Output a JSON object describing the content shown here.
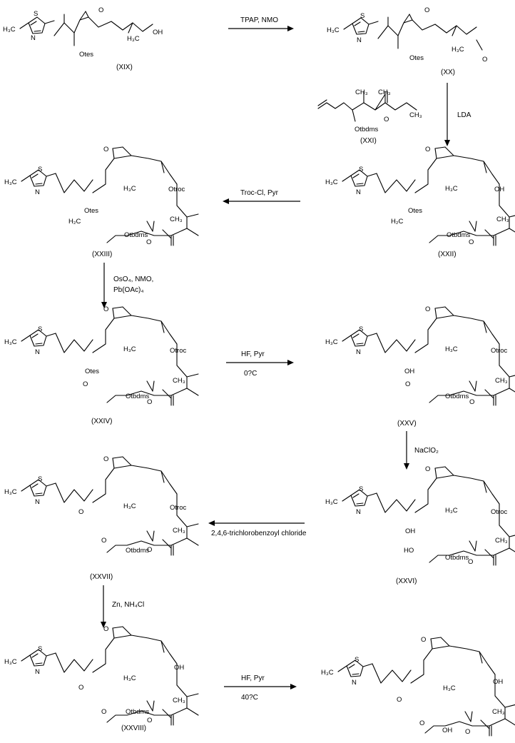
{
  "atoms": {
    "methyl": "H₃C",
    "S": "S",
    "N": "N",
    "O": "O",
    "OH": "OH",
    "HO": "HO",
    "CH3": "CH₃",
    "H2C": "H₂C",
    "otes": "Otes",
    "otroc": "Otroc",
    "otbdms": "Otbdms"
  },
  "compounds": [
    {
      "label": "(XIX)"
    },
    {
      "label": "(XX)"
    },
    {
      "label": "(XXI)"
    },
    {
      "label": "(XXII)"
    },
    {
      "label": "(XXIII)"
    },
    {
      "label": "(XXIV)"
    },
    {
      "label": "(XXV)"
    },
    {
      "label": "(XXVI)"
    },
    {
      "label": "(XXVII)"
    },
    {
      "label": "(XXVIII)"
    }
  ],
  "reagents": [
    {
      "lines": [
        "TPAP, NMO"
      ]
    },
    {
      "lines": [
        "LDA"
      ]
    },
    {
      "lines": [
        "Troc-Cl,  Pyr"
      ]
    },
    {
      "lines": [
        "OsO₄, NMO,",
        "Pb(OAc)₄"
      ]
    },
    {
      "lines": [
        "HF, Pyr",
        "0?C"
      ]
    },
    {
      "lines": [
        "NaClO₂"
      ]
    },
    {
      "lines": [
        "2,4,6-trichlorobenzoyl chloride"
      ]
    },
    {
      "lines": [
        "Zn, NH₄Cl"
      ]
    },
    {
      "lines": [
        "HF,  Pyr",
        "40?C"
      ]
    }
  ]
}
